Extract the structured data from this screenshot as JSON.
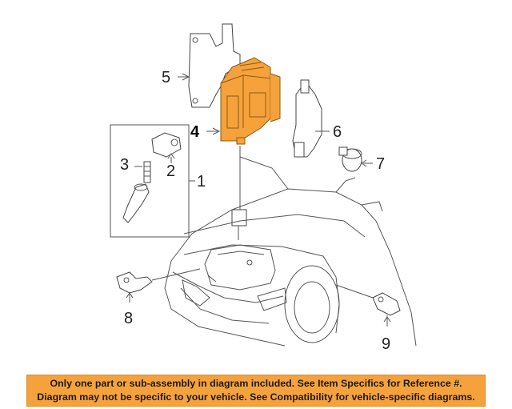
{
  "callouts": [
    "1",
    "2",
    "3",
    "4",
    "5",
    "6",
    "7",
    "8",
    "9"
  ],
  "colors": {
    "highlight_part": "#f5a23c",
    "highlight_outline": "#8a5a10",
    "line_art": "#555555",
    "banner_bg": "#f5a23c"
  },
  "banner": {
    "line1": "Only one part or sub-assembly in diagram included. See Item Specifics for Reference #.",
    "line2": "Diagram may not be specific to your vehicle. See Compatibility for vehicle-specific diagrams."
  }
}
